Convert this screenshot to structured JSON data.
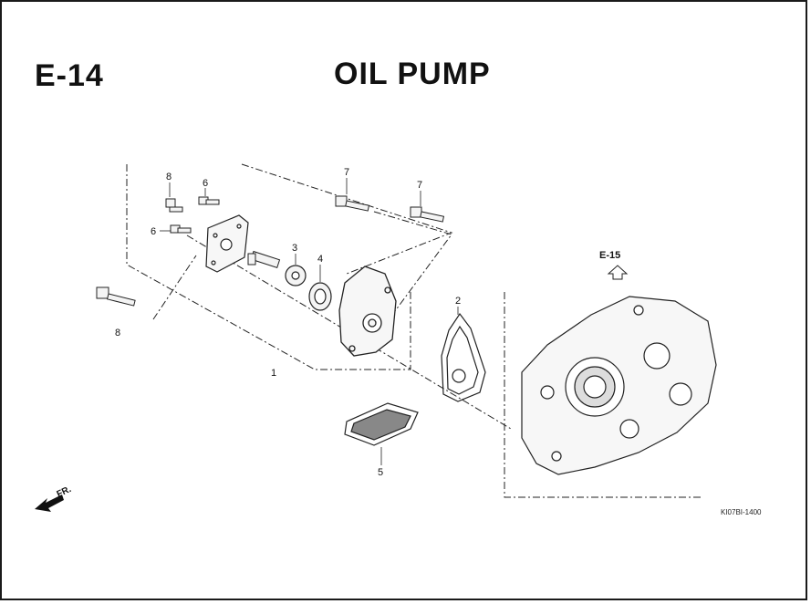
{
  "header": {
    "section_code": "E-14",
    "title": "OIL PUMP"
  },
  "callouts": {
    "c1": "1",
    "c2": "2",
    "c3": "3",
    "c4": "4",
    "c5": "5",
    "c6a": "6",
    "c6b": "6",
    "c7a": "7",
    "c7b": "7",
    "c8a": "8",
    "c8b": "8"
  },
  "reference": {
    "label": "E-15"
  },
  "direction": {
    "label": "FR."
  },
  "diagram_code": "KI07BI-1400"
}
